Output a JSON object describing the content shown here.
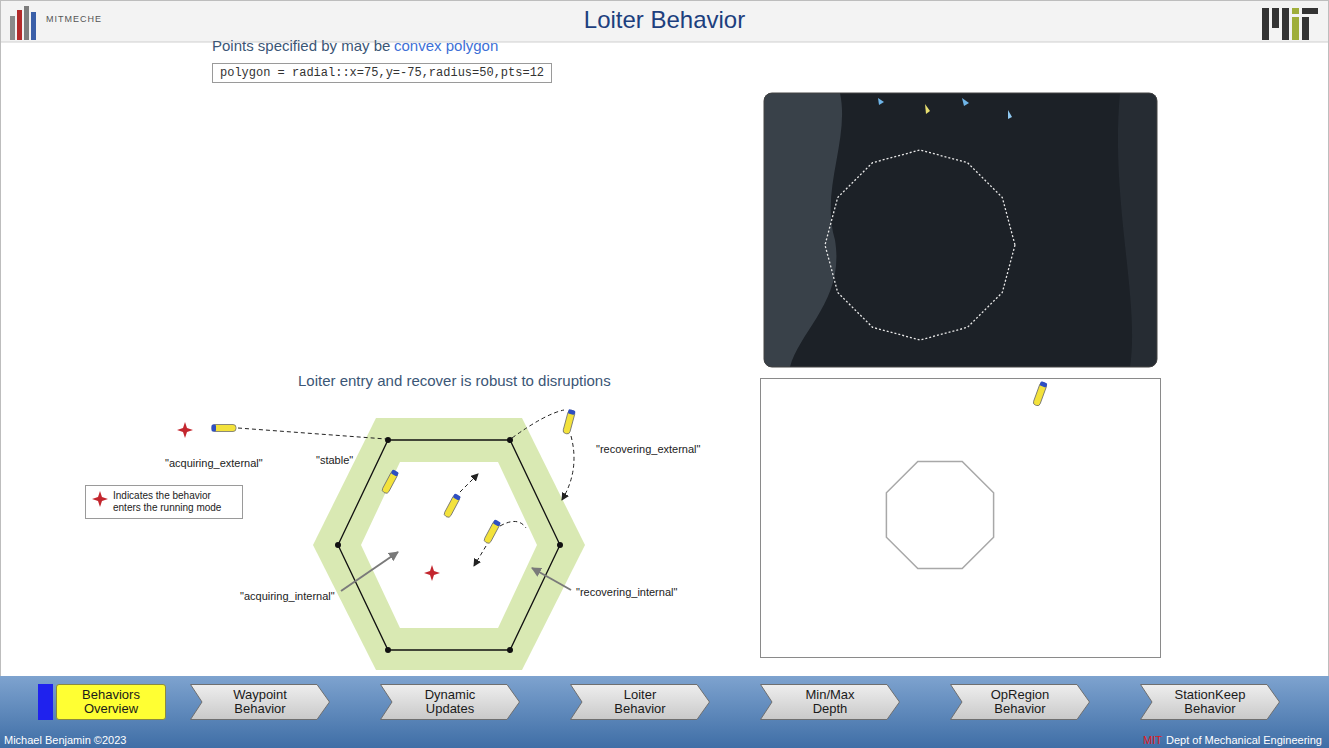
{
  "diagram": {
    "title": "Loiter Behavior",
    "nodes": [
      {
        "text": [
          "polygon = radial::x=75,y=-75,radius=50,pts=12"
        ]
      },
      {
        "text": [
          "Behaviors Overview"
        ]
      },
      {
        "text": [
          "Waypoint Behavior"
        ]
      },
      {
        "text": [
          "Dynamic Updates"
        ]
      },
      {
        "text": [
          "Loiter Behavior"
        ]
      },
      {
        "text": [
          "Min/Max Depth"
        ]
      },
      {
        "text": [
          "OpRegion Behavior"
        ]
      },
      {
        "text": [
          "StationKeep Behavior"
        ]
      }
    ],
    "labels": [
      "MITMECHE",
      "Points specified by may be",
      "convex polygon",
      "Loiter entry and recover is robust to disruptions",
      "\"acquiring_external\"",
      "\"stable\"",
      "\"recovering_external\"",
      "\"acquiring_internal\"",
      "\"recovering_internal\"",
      "Michael Benjamin ©2023",
      "MIT",
      "Dept of Mechanical Engineering"
    ],
    "legend": [
      {
        "text": "Indicates the behavior enters the running mode"
      }
    ]
  }
}
